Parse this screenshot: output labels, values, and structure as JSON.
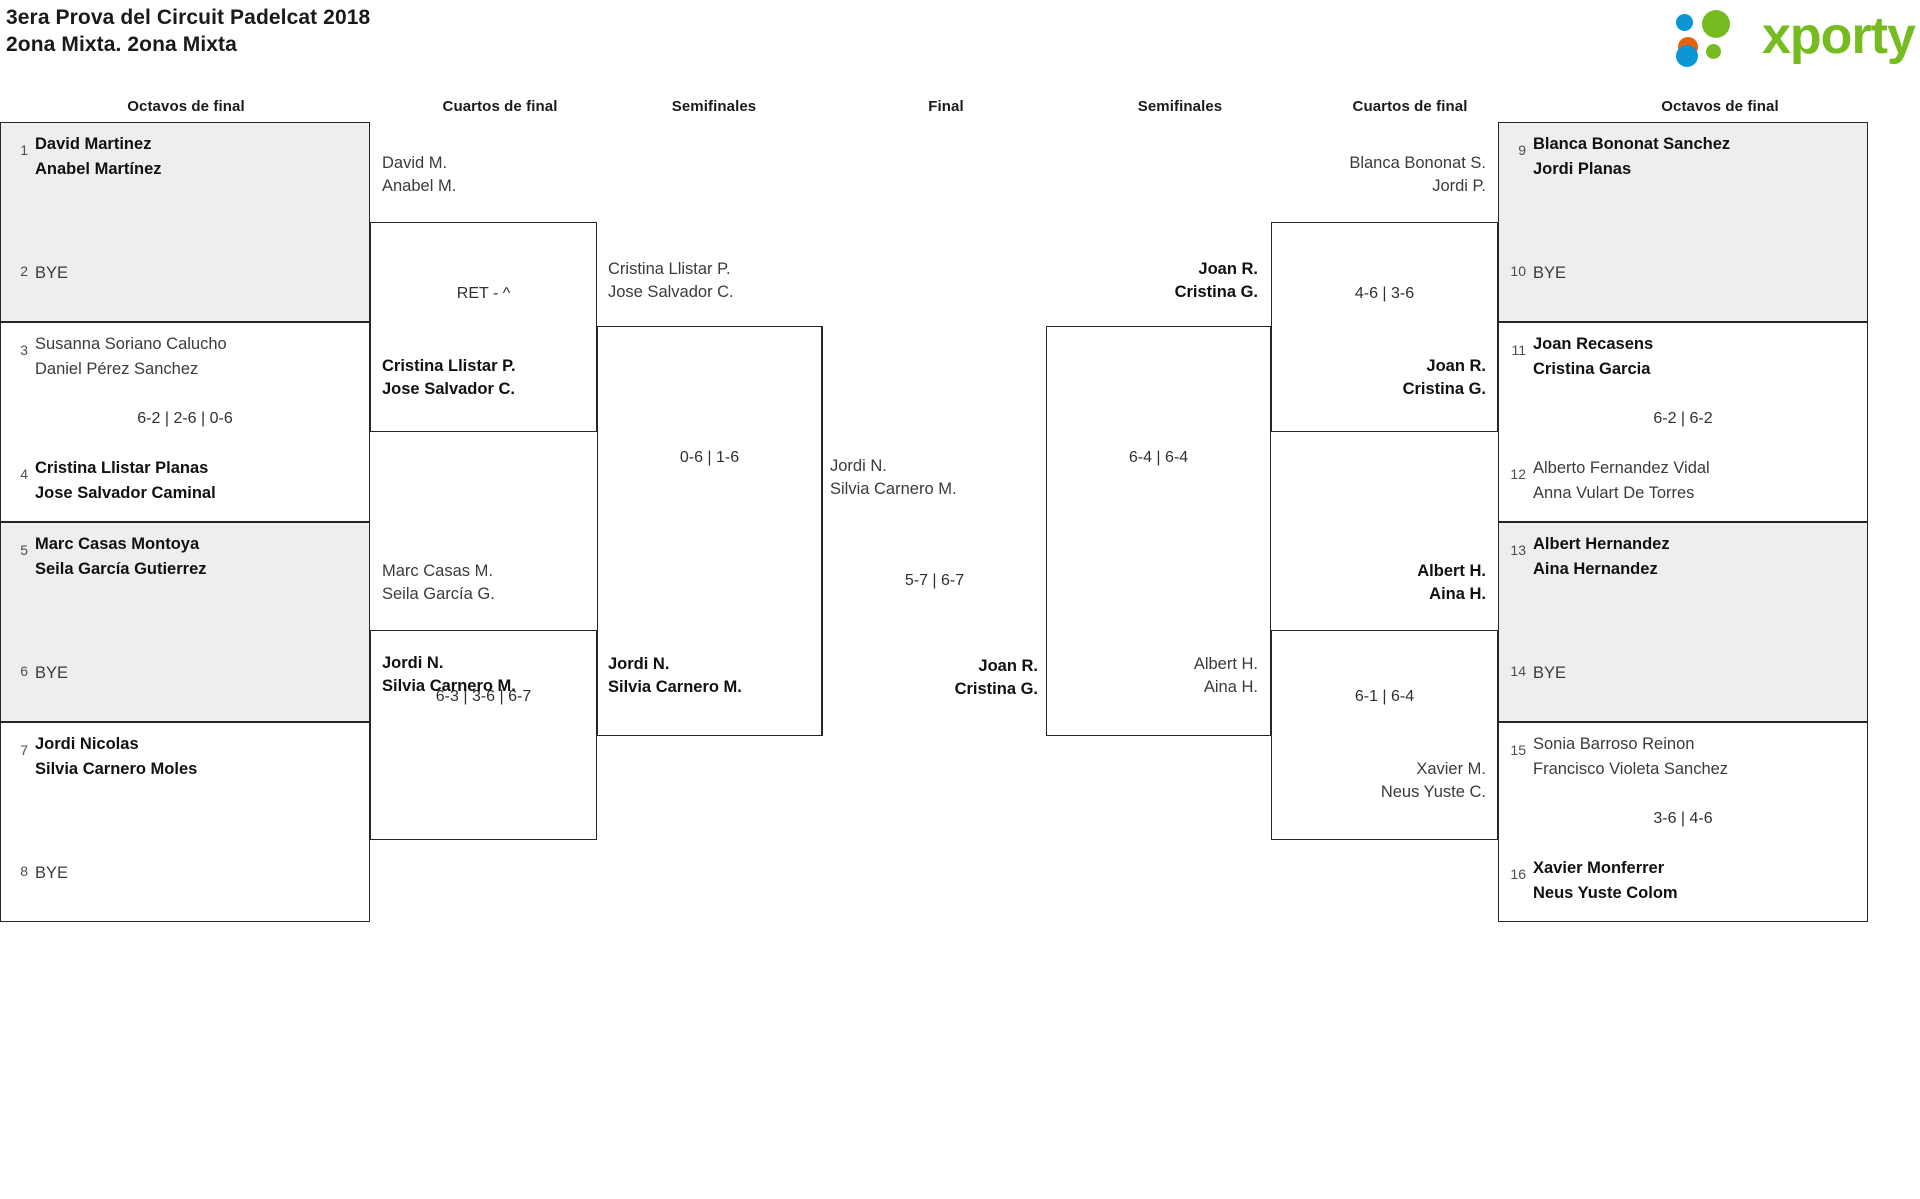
{
  "header": {
    "title_line1": "3era Prova del Circuit Padelcat 2018",
    "title_line2": "2ona Mixta. 2ona Mixta",
    "logo_text": "xporty",
    "logo_colors": {
      "green": "#76bc21",
      "blue": "#0d96d4",
      "orange": "#e8620c"
    }
  },
  "round_headers": [
    {
      "label": "Octavos de final"
    },
    {
      "label": "Cuartos de final"
    },
    {
      "label": "Semifinales"
    },
    {
      "label": "Final"
    },
    {
      "label": "Semifinales"
    },
    {
      "label": "Cuartos de final"
    },
    {
      "label": "Octavos de final"
    }
  ],
  "left_r16": [
    {
      "shaded": true,
      "score": "",
      "top": {
        "seed": "1",
        "name1": "David Martinez",
        "name2": "Anabel Martínez",
        "winner": true
      },
      "bottom": {
        "seed": "2",
        "bye": "BYE",
        "winner": false
      }
    },
    {
      "shaded": false,
      "score": "6-2 | 2-6 | 0-6",
      "top": {
        "seed": "3",
        "name1": "Susanna Soriano Calucho",
        "name2": "Daniel Pérez Sanchez",
        "winner": false
      },
      "bottom": {
        "seed": "4",
        "name1": "Cristina Llistar Planas",
        "name2": "Jose Salvador Caminal",
        "winner": true
      }
    },
    {
      "shaded": true,
      "score": "",
      "top": {
        "seed": "5",
        "name1": "Marc Casas Montoya",
        "name2": "Seila García Gutierrez",
        "winner": true
      },
      "bottom": {
        "seed": "6",
        "bye": "BYE",
        "winner": false
      }
    },
    {
      "shaded": false,
      "score": "",
      "top": {
        "seed": "7",
        "name1": "Jordi Nicolas",
        "name2": "Silvia Carnero Moles",
        "winner": true
      },
      "bottom": {
        "seed": "8",
        "bye": "BYE",
        "winner": false
      }
    }
  ],
  "right_r16": [
    {
      "shaded": true,
      "score": "",
      "top": {
        "seed": "9",
        "name1": "Blanca Bononat Sanchez",
        "name2": "Jordi Planas",
        "winner": true
      },
      "bottom": {
        "seed": "10",
        "bye": "BYE",
        "winner": false
      }
    },
    {
      "shaded": false,
      "score": "6-2 | 6-2",
      "top": {
        "seed": "11",
        "name1": "Joan Recasens",
        "name2": "Cristina Garcia",
        "winner": true
      },
      "bottom": {
        "seed": "12",
        "name1": "Alberto Fernandez Vidal",
        "name2": "Anna Vulart De Torres",
        "winner": false
      }
    },
    {
      "shaded": true,
      "score": "",
      "top": {
        "seed": "13",
        "name1": "Albert Hernandez",
        "name2": "Aina Hernandez",
        "winner": true
      },
      "bottom": {
        "seed": "14",
        "bye": "BYE",
        "winner": false
      }
    },
    {
      "shaded": false,
      "score": "3-6 | 4-6",
      "top": {
        "seed": "15",
        "name1": "Sonia Barroso Reinon",
        "name2": "Francisco Violeta Sanchez",
        "winner": false
      },
      "bottom": {
        "seed": "16",
        "name1": "Xavier Monferrer",
        "name2": "Neus Yuste Colom",
        "winner": true
      }
    }
  ],
  "left_qf": [
    {
      "score": "RET - ^",
      "top": {
        "name1": "David M.",
        "name2": "Anabel M.",
        "winner": false
      },
      "bottom": {
        "name1": "Cristina Llistar P.",
        "name2": "Jose Salvador C.",
        "winner": true
      }
    },
    {
      "score": "6-3 | 3-6 | 6-7",
      "top": {
        "name1": "Marc Casas M.",
        "name2": "Seila García G.",
        "winner": false
      },
      "bottom": {
        "name1": "Jordi N.",
        "name2": "Silvia Carnero M.",
        "winner": true
      }
    }
  ],
  "left_sf": [
    {
      "score": "0-6 | 1-6",
      "top": {
        "name1": "Cristina Llistar P.",
        "name2": "Jose Salvador C.",
        "winner": false
      },
      "bottom": {
        "name1": "Jordi N.",
        "name2": "Silvia Carnero M.",
        "winner": true
      }
    }
  ],
  "final": {
    "score": "5-7 | 6-7",
    "top": {
      "name1": "Jordi N.",
      "name2": "Silvia Carnero M.",
      "winner": false
    },
    "bottom": {
      "name1": "Joan R.",
      "name2": "Cristina G.",
      "winner": true
    }
  },
  "right_sf": [
    {
      "score": "6-4 | 6-4",
      "top": {
        "name1": "Joan R.",
        "name2": "Cristina G.",
        "winner": true
      },
      "bottom": {
        "name1": "Albert H.",
        "name2": "Aina H.",
        "winner": false
      }
    }
  ],
  "right_qf": [
    {
      "score": "4-6 | 3-6",
      "top": {
        "name1": "Blanca Bononat S.",
        "name2": "Jordi P.",
        "winner": false
      },
      "bottom": {
        "name1": "Joan R.",
        "name2": "Cristina G.",
        "winner": true
      }
    },
    {
      "score": "6-1 | 6-4",
      "top": {
        "name1": "Albert H.",
        "name2": "Aina H.",
        "winner": true
      },
      "bottom": {
        "name1": "Xavier M.",
        "name2": "Neus Yuste C.",
        "winner": false
      }
    }
  ]
}
